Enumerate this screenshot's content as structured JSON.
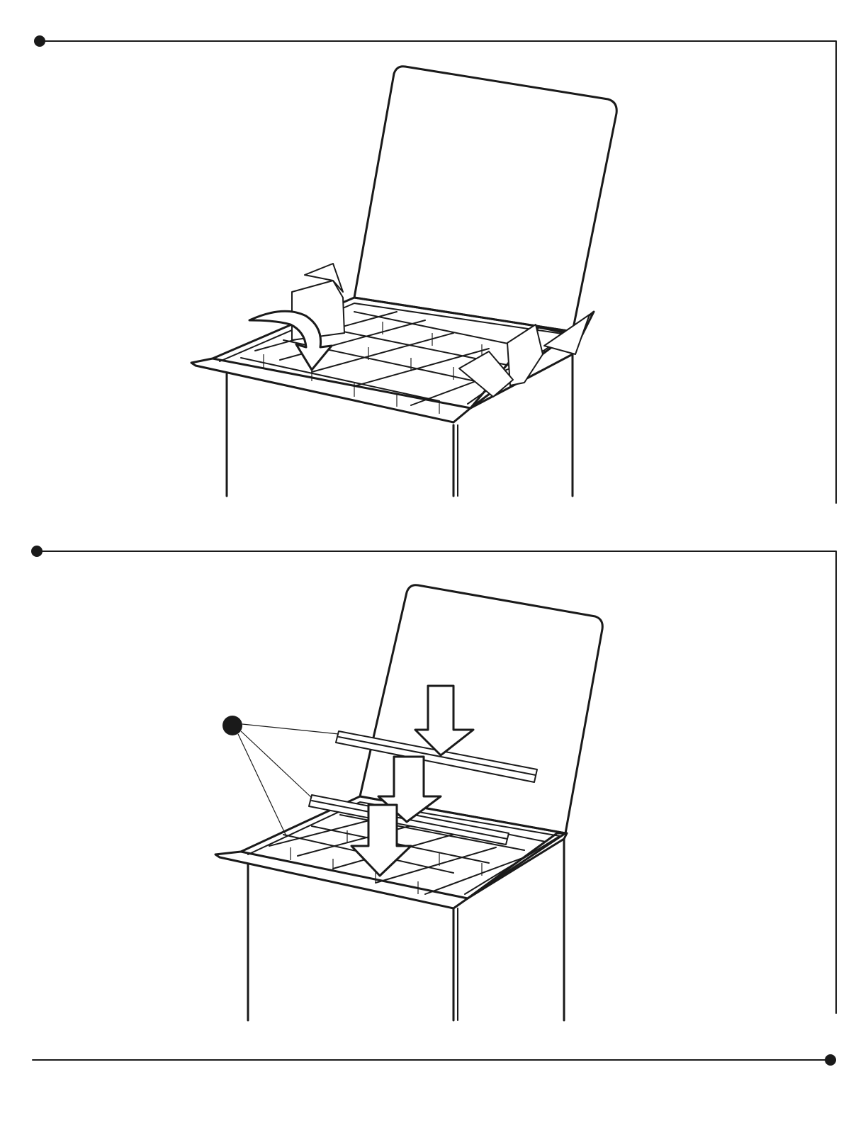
{
  "document": {
    "panels": [
      {
        "step_marker": "step-1",
        "arrow_icon": "curved-arrow-icon",
        "subject": "open-box-with-cell-dividers"
      },
      {
        "step_marker": "step-2",
        "arrow_icon": "down-arrow-icon",
        "subject": "open-box-with-rails",
        "callout_marker": "callout-dot"
      }
    ],
    "colors": {
      "ink": "#1a1a1a",
      "paper": "#ffffff"
    }
  }
}
